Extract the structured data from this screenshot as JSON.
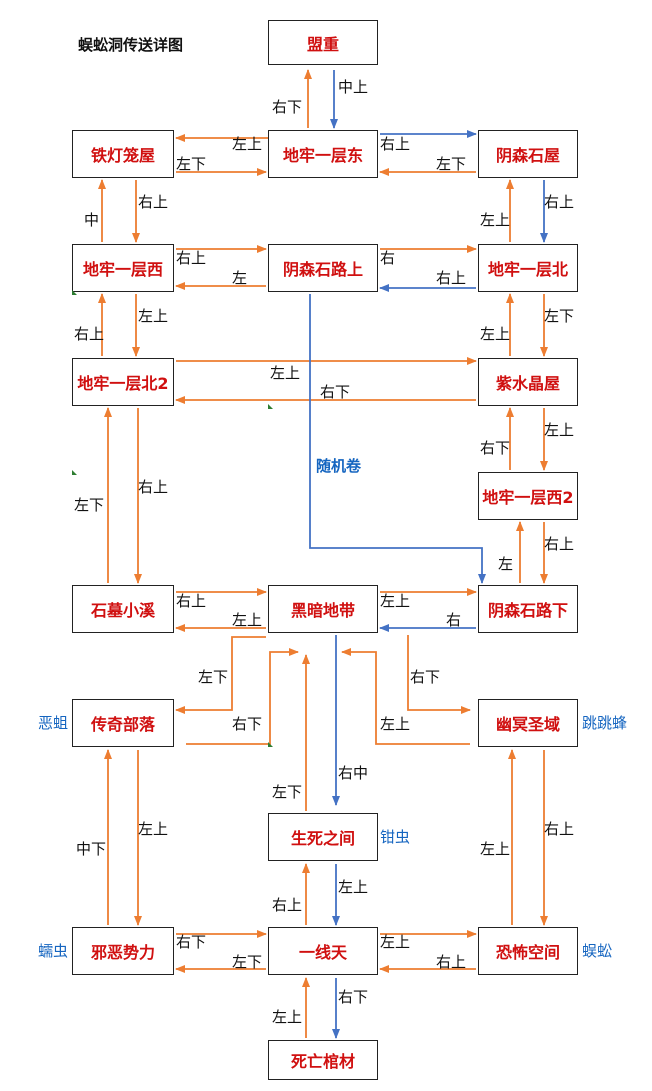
{
  "title": "蜈蚣洞传送详图",
  "random_scroll": "随机卷",
  "colors": {
    "orange_arrow": "#ed7d31",
    "blue_arrow": "#4472c4",
    "node_text": "#d01010",
    "side_text": "#1565c0"
  },
  "nodes": {
    "mengzhong": "盟重",
    "tiedeng": "铁灯笼屋",
    "dilao_dong": "地牢一层东",
    "yinsen_shiwu": "阴森石屋",
    "dilao_xi": "地牢一层西",
    "yinsen_shang": "阴森石路上",
    "dilao_bei": "地牢一层北",
    "dilao_bei2": "地牢一层北2",
    "zishuijing": "紫水晶屋",
    "dilao_xi2": "地牢一层西2",
    "shimu": "石墓小溪",
    "heian": "黑暗地带",
    "yinsen_xia": "阴森石路下",
    "chuanqi": "传奇部落",
    "youming": "幽冥圣域",
    "shengsi": "生死之间",
    "xie_e": "邪恶势力",
    "yixiantian": "一线天",
    "kongbu": "恐怖空间",
    "siwang": "死亡棺材"
  },
  "monsters": {
    "chuanqi": "恶蛆",
    "youming": "跳跳蜂",
    "shengsi": "钳虫",
    "xie_e": "蠕虫",
    "kongbu": "蜈蚣"
  },
  "labels": {
    "l1": "右下",
    "l2": "中上",
    "l3": "左上",
    "l4": "左下",
    "l5": "右上",
    "l6": "左下",
    "l7": "中",
    "l8": "右上",
    "l9": "左上",
    "l10": "右上",
    "l11": "右上",
    "l12": "左",
    "l13": "右",
    "l14": "右上",
    "l15": "右上",
    "l16": "左上",
    "l17": "左上",
    "l18": "左下",
    "l19": "左上",
    "l20": "右下",
    "l21": "右下",
    "l22": "左上",
    "l23": "左下",
    "l24": "右上",
    "l25": "左",
    "l26": "右上",
    "l27": "右上",
    "l28": "左上",
    "l29": "左上",
    "l30": "右",
    "l31": "左下",
    "l32": "右下",
    "l33": "右下",
    "l34": "左上",
    "l35": "右中",
    "l36": "左下",
    "l37": "中下",
    "l38": "左上",
    "l39": "右上",
    "l40": "左上",
    "l41": "右上",
    "l42": "左上",
    "l43": "右下",
    "l44": "左下",
    "l45": "左上",
    "l46": "右上",
    "l47": "左上",
    "l48": "右下"
  }
}
